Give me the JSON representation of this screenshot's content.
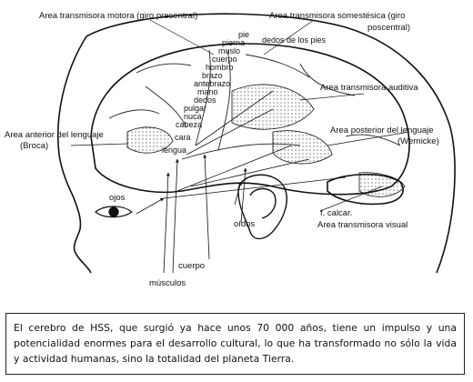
{
  "labels": {
    "motor": "Area transmisora motora (giro precentral)",
    "somest_1": "Area transmisora somestésica (giro",
    "somest_2": "poscentral)",
    "pie": "pie",
    "pierna": "pierna",
    "muslo": "muslo",
    "cuerpo_top": "cuerpo",
    "hombro": "hombro",
    "brazo": "brazo",
    "antebrazo": "antebrazo",
    "mano": "mano",
    "dedos": "dedos",
    "pulgar": "pulgar",
    "nuca": "nuca",
    "cabeza": "cabeza",
    "cara": "cara",
    "lengua": "lengua",
    "dedos_pies": "dedos de los pies",
    "auditiva": "Area transmisora auditiva",
    "anterior_1": "Area anterior del lenguaje",
    "anterior_2": "(Broca)",
    "posterior_1": "Area posterior del lenguaje",
    "posterior_2": "(Wernicke)",
    "ojos": "ojos",
    "oidos": "oídos",
    "calcar": "f. calcar.",
    "visual": "Area transmisora visual",
    "cuerpo_bottom": "cuerpo",
    "musculos": "músculos"
  },
  "caption": "El cerebro de HSS, que surgió ya hace unos 70 000 años, tiene un impulso y una potencialidad enormes para el desarrollo cultural, lo que ha transformado no sólo la vida y actividad humanas, sino la totalidad del planeta Tierra."
}
